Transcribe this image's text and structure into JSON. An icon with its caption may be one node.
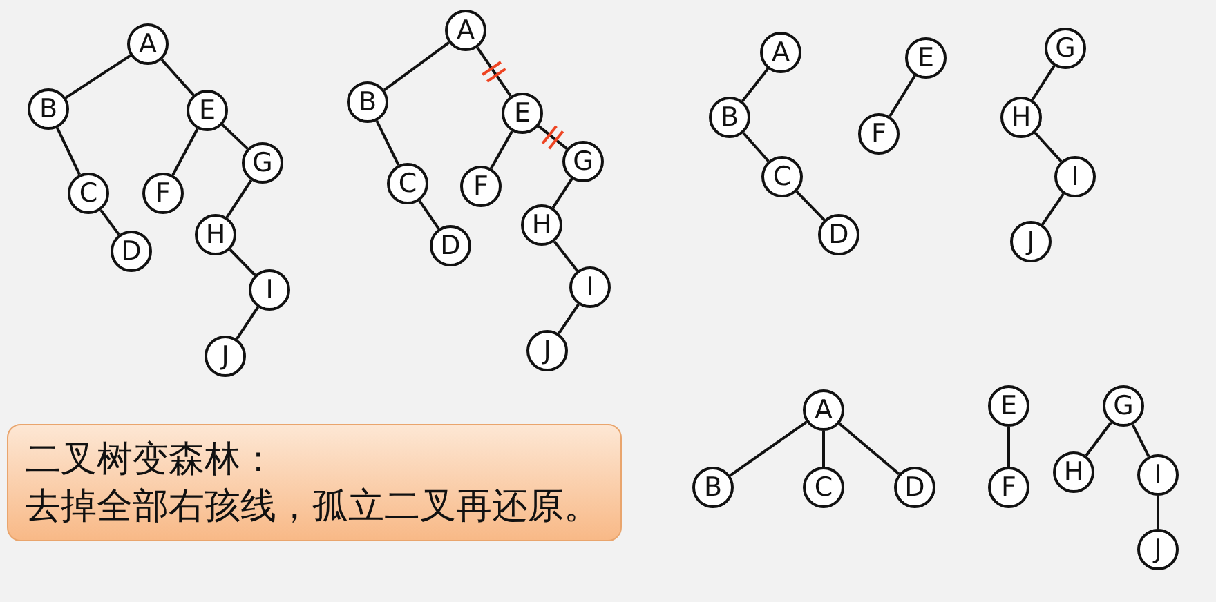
{
  "diagram": {
    "nodes": [
      {
        "text": [
          "A"
        ]
      },
      {
        "text": [
          "B"
        ]
      },
      {
        "text": [
          "E"
        ]
      },
      {
        "text": [
          "C"
        ]
      },
      {
        "text": [
          "F"
        ]
      },
      {
        "text": [
          "G"
        ]
      },
      {
        "text": [
          "D"
        ]
      },
      {
        "text": [
          "H"
        ]
      },
      {
        "text": [
          "I"
        ]
      },
      {
        "text": [
          "J"
        ]
      },
      {
        "text": [
          "A"
        ]
      },
      {
        "text": [
          "B"
        ]
      },
      {
        "text": [
          "E"
        ]
      },
      {
        "text": [
          "C"
        ]
      },
      {
        "text": [
          "F"
        ]
      },
      {
        "text": [
          "G"
        ]
      },
      {
        "text": [
          "D"
        ]
      },
      {
        "text": [
          "H"
        ]
      },
      {
        "text": [
          "I"
        ]
      },
      {
        "text": [
          "J"
        ]
      },
      {
        "text": [
          "A"
        ]
      },
      {
        "text": [
          "E"
        ]
      },
      {
        "text": [
          "G"
        ]
      },
      {
        "text": [
          "B"
        ]
      },
      {
        "text": [
          "F"
        ]
      },
      {
        "text": [
          "H"
        ]
      },
      {
        "text": [
          "C"
        ]
      },
      {
        "text": [
          "I"
        ]
      },
      {
        "text": [
          "D"
        ]
      },
      {
        "text": [
          "J"
        ]
      },
      {
        "text": [
          "二叉树变森林：",
          "去掉全部右孩线，孤立二叉再还原。"
        ]
      },
      {
        "text": [
          "A"
        ]
      },
      {
        "text": [
          "E"
        ]
      },
      {
        "text": [
          "G"
        ]
      },
      {
        "text": [
          "B"
        ]
      },
      {
        "text": [
          "C"
        ]
      },
      {
        "text": [
          "D"
        ]
      },
      {
        "text": [
          "F"
        ]
      },
      {
        "text": [
          "H"
        ]
      },
      {
        "text": [
          "I"
        ]
      },
      {
        "text": [
          "J"
        ]
      }
    ],
    "edges": [
      {
        "from": 0,
        "to": 1,
        "arrow": "none"
      },
      {
        "from": 0,
        "to": 2,
        "arrow": "none"
      },
      {
        "from": 1,
        "to": 3,
        "arrow": "none"
      },
      {
        "from": 3,
        "to": 6,
        "arrow": "none"
      },
      {
        "from": 2,
        "to": 4,
        "arrow": "none"
      },
      {
        "from": 2,
        "to": 5,
        "arrow": "none"
      },
      {
        "from": 5,
        "to": 7,
        "arrow": "none"
      },
      {
        "from": 7,
        "to": 8,
        "arrow": "none"
      },
      {
        "from": 8,
        "to": 9,
        "arrow": "none"
      },
      {
        "from": 10,
        "to": 11,
        "arrow": "none"
      },
      {
        "from": 10,
        "to": 12,
        "arrow": "none"
      },
      {
        "from": 11,
        "to": 13,
        "arrow": "none"
      },
      {
        "from": 13,
        "to": 16,
        "arrow": "none"
      },
      {
        "from": 12,
        "to": 14,
        "arrow": "none"
      },
      {
        "from": 12,
        "to": 15,
        "arrow": "none"
      },
      {
        "from": 15,
        "to": 17,
        "arrow": "none"
      },
      {
        "from": 17,
        "to": 18,
        "arrow": "none"
      },
      {
        "from": 18,
        "to": 19,
        "arrow": "none"
      },
      {
        "from": 20,
        "to": 23,
        "arrow": "none"
      },
      {
        "from": 23,
        "to": 26,
        "arrow": "none"
      },
      {
        "from": 26,
        "to": 28,
        "arrow": "none"
      },
      {
        "from": 21,
        "to": 24,
        "arrow": "none"
      },
      {
        "from": 22,
        "to": 25,
        "arrow": "none"
      },
      {
        "from": 25,
        "to": 27,
        "arrow": "none"
      },
      {
        "from": 27,
        "to": 29,
        "arrow": "none"
      },
      {
        "from": 31,
        "to": 34,
        "arrow": "none"
      },
      {
        "from": 31,
        "to": 35,
        "arrow": "none"
      },
      {
        "from": 31,
        "to": 36,
        "arrow": "none"
      },
      {
        "from": 32,
        "to": 37,
        "arrow": "none"
      },
      {
        "from": 33,
        "to": 38,
        "arrow": "none"
      },
      {
        "from": 33,
        "to": 39,
        "arrow": "none"
      },
      {
        "from": 39,
        "to": 40,
        "arrow": "none"
      }
    ]
  }
}
